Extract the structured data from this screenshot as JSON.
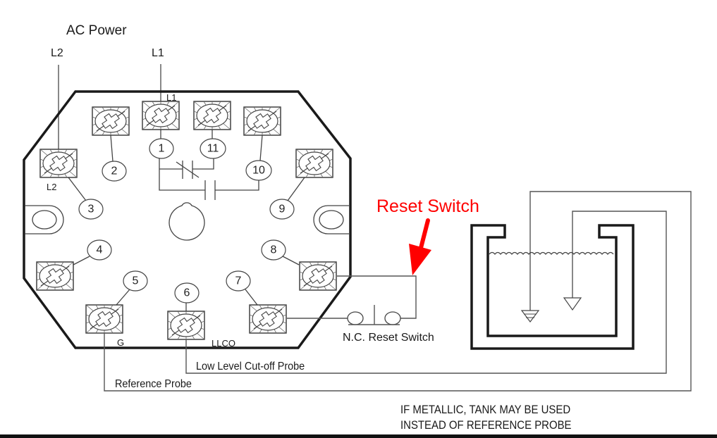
{
  "diagram": {
    "title": "AC Power",
    "power_lines": {
      "l2": "L2",
      "l1": "L1"
    },
    "terminal_labels": {
      "l1": "L1",
      "l2": "L2",
      "g": "G",
      "llco": "LLCO"
    },
    "terminals": [
      {
        "id": "1",
        "label": "1",
        "role": "L1"
      },
      {
        "id": "2",
        "label": "2",
        "role": ""
      },
      {
        "id": "3",
        "label": "3",
        "role": "L2"
      },
      {
        "id": "4",
        "label": "4",
        "role": ""
      },
      {
        "id": "5",
        "label": "5",
        "role": "G"
      },
      {
        "id": "6",
        "label": "6",
        "role": "LLCO"
      },
      {
        "id": "7",
        "label": "7",
        "role": "N.C. Reset Switch"
      },
      {
        "id": "8",
        "label": "8",
        "role": "N.C. Reset Switch"
      },
      {
        "id": "9",
        "label": "9",
        "role": ""
      },
      {
        "id": "10",
        "label": "10",
        "role": "NO contact"
      },
      {
        "id": "11",
        "label": "11",
        "role": "NC contact"
      }
    ],
    "reset_switch_label": "N.C. Reset Switch",
    "llco_probe_label": "Low Level Cut-off Probe",
    "reference_probe_label": "Reference Probe",
    "note_line1": "IF METALLIC, TANK MAY BE USED",
    "note_line2": "INSTEAD OF REFERENCE PROBE",
    "annotation": {
      "text": "Reset Switch",
      "color": "#ff0000"
    }
  }
}
